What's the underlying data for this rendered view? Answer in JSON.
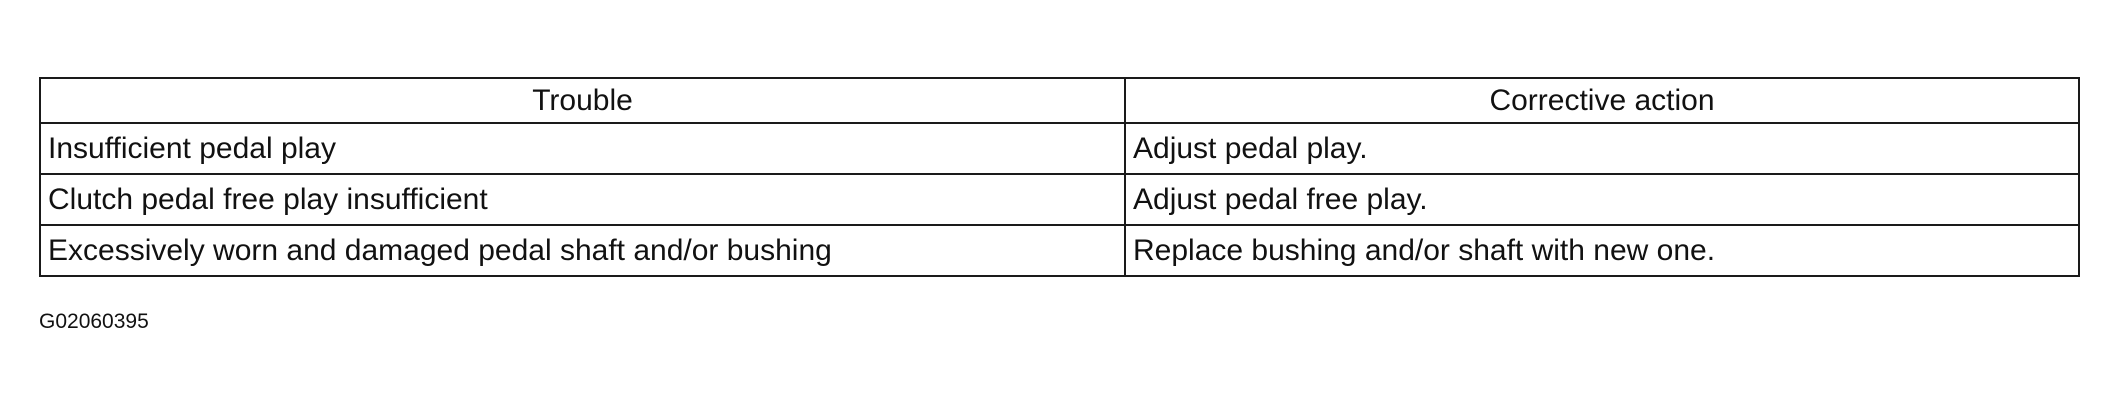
{
  "table": {
    "headers": [
      "Trouble",
      "Corrective action"
    ],
    "rows": [
      [
        "Insufficient pedal play",
        "Adjust pedal play."
      ],
      [
        "Clutch pedal free play insufficient",
        "Adjust pedal free play."
      ],
      [
        "Excessively worn and damaged pedal shaft and/or bushing",
        "Replace bushing and/or shaft with new one."
      ]
    ]
  },
  "figure_id": "G02060395"
}
